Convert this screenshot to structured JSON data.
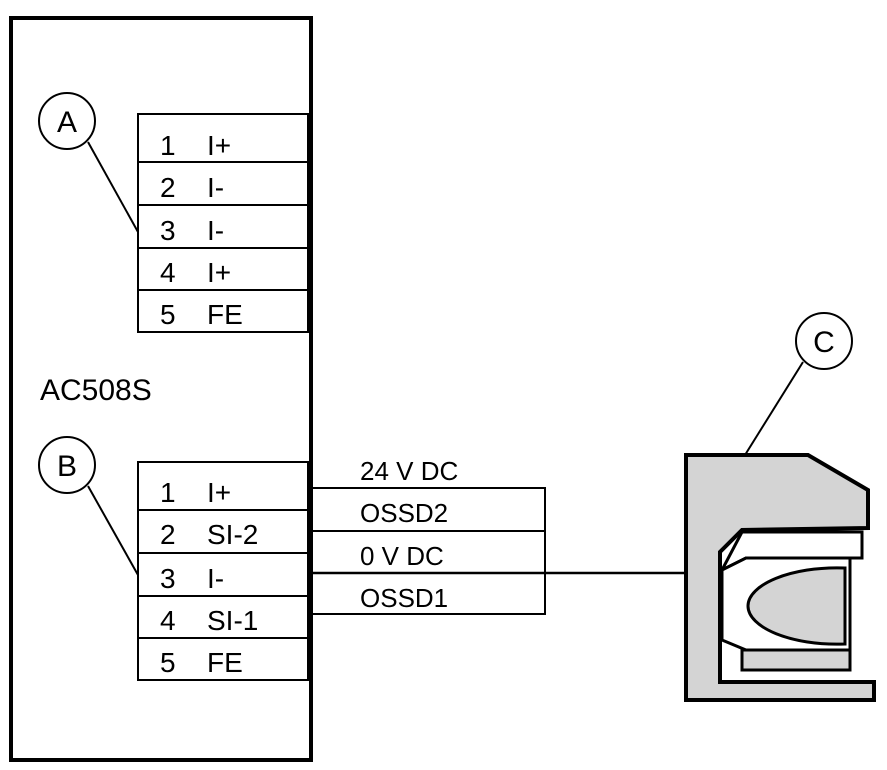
{
  "module": {
    "name": "AC508S"
  },
  "callouts": {
    "a": "A",
    "b": "B",
    "c": "C"
  },
  "terminal_block_a": {
    "rows": [
      {
        "num": "1",
        "label": "I+"
      },
      {
        "num": "2",
        "label": "I-"
      },
      {
        "num": "3",
        "label": "I-"
      },
      {
        "num": "4",
        "label": "I+"
      },
      {
        "num": "5",
        "label": "FE"
      }
    ]
  },
  "terminal_block_b": {
    "rows": [
      {
        "num": "1",
        "label": "I+"
      },
      {
        "num": "2",
        "label": "SI-2"
      },
      {
        "num": "3",
        "label": "I-"
      },
      {
        "num": "4",
        "label": "SI-1"
      },
      {
        "num": "5",
        "label": "FE"
      }
    ]
  },
  "wires": [
    {
      "label": "24 V DC"
    },
    {
      "label": "OSSD2"
    },
    {
      "label": "0 V DC"
    },
    {
      "label": "OSSD1"
    }
  ],
  "colors": {
    "line": "#000000",
    "device_fill": "#d4d4d4"
  }
}
